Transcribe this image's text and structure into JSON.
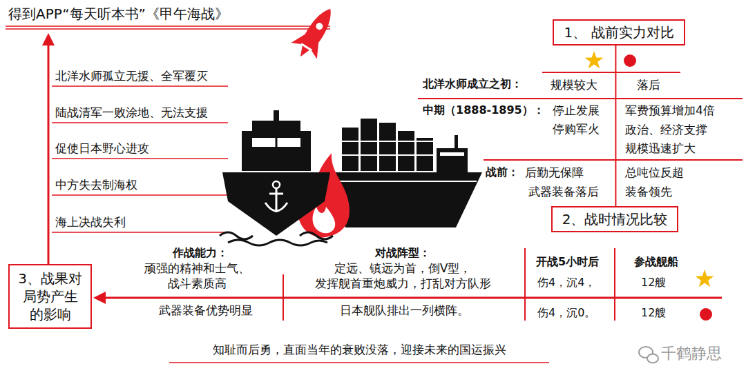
{
  "diagram": {
    "title": "得到APP“每天听本书”《甲午海战》",
    "caption": "知耻而后勇，直面当年的衰败没落，迎接未来的国运振兴",
    "nodes": [
      {
        "text": [
          "1、 战前实力对比"
        ]
      },
      {
        "text": [
          "2、战时情况比较"
        ]
      },
      {
        "text": [
          "3、战果对局势产生的影响"
        ]
      }
    ],
    "edges": [
      {
        "from": 0,
        "to": 1,
        "arrow": "none"
      }
    ],
    "labels": [
      "北洋水师孤立无援、全军覆灭",
      "陆战清军一败涂地、无法支援",
      "促使日本野心进攻",
      "中方失去制海权",
      "海上决战失利",
      "北洋水师成立之初：",
      "规模较大",
      "落后",
      "中期（1888-1895）：",
      "停止发展",
      "停购军火",
      "军费预算增加4倍",
      "政治、经济支撑",
      "规模迅速扩大",
      "战前：",
      "后勤无保障",
      "武器装备落后",
      "总吨位反超",
      "装备领先",
      "作战能力：",
      "顽强的精神和士气、",
      "战斗素质高",
      "对战阵型：",
      "定远、镇远为首，倒V型，",
      "发挥舰首重炮威力，打乱对方队形",
      "开战5小时后",
      "伤4，沉4，",
      "参战舰船",
      "12艘",
      "武器装备优势明显",
      "日本舰队排出一列横阵。",
      "伤4，沉0。",
      "12艘",
      "千鹤静思"
    ]
  }
}
